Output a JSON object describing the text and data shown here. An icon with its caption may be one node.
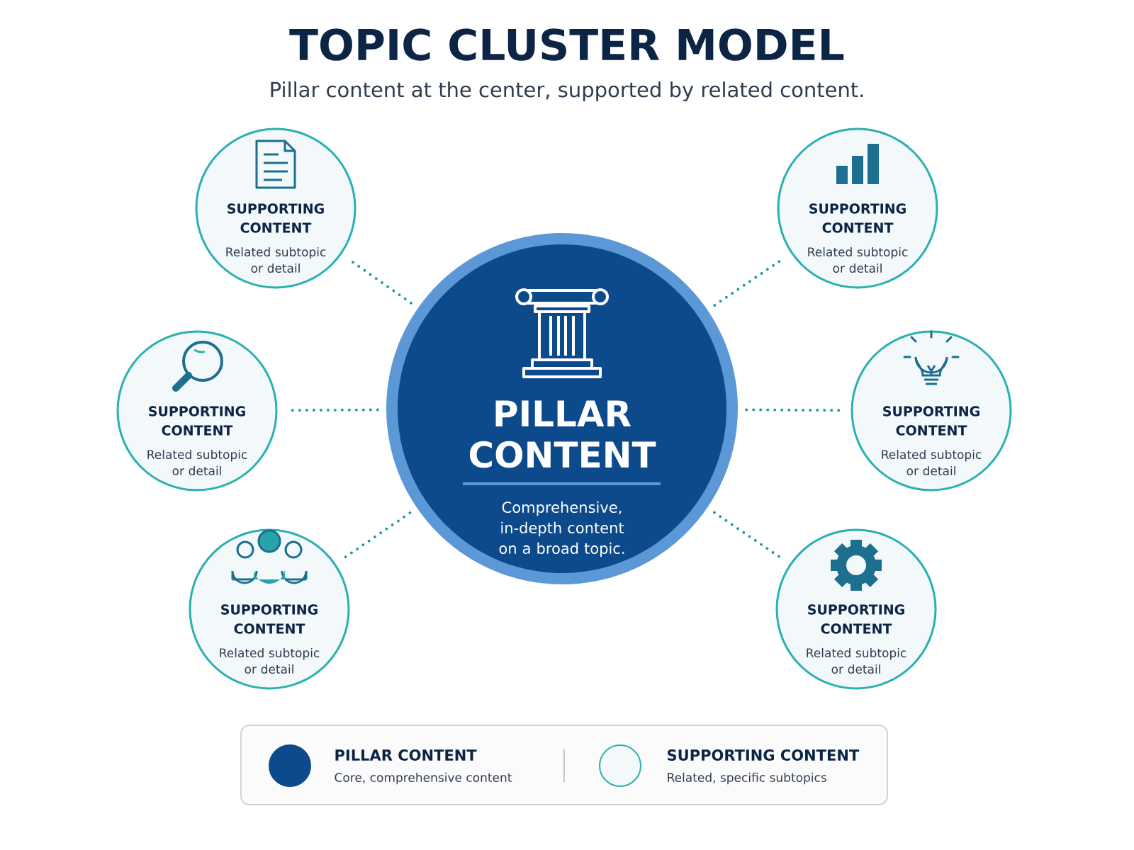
{
  "diagram": {
    "title": "TOPIC CLUSTER MODEL",
    "caption": "Pillar content at the center, supported by related content.",
    "nodes": [
      {
        "text": [
          "PILLAR CONTENT",
          "Comprehensive, in-depth content on a broad topic."
        ]
      },
      {
        "text": [
          "SUPPORTING CONTENT",
          "Related subtopic or detail"
        ]
      },
      {
        "text": [
          "SUPPORTING CONTENT",
          "Related subtopic or detail"
        ]
      },
      {
        "text": [
          "SUPPORTING CONTENT",
          "Related subtopic or detail"
        ]
      },
      {
        "text": [
          "SUPPORTING CONTENT",
          "Related subtopic or detail"
        ]
      },
      {
        "text": [
          "SUPPORTING CONTENT",
          "Related subtopic or detail"
        ]
      },
      {
        "text": [
          "SUPPORTING CONTENT",
          "Related subtopic or detail"
        ]
      }
    ],
    "edges": [
      {
        "from": 0,
        "to": 1,
        "arrow": "none"
      },
      {
        "from": 0,
        "to": 2,
        "arrow": "none"
      },
      {
        "from": 0,
        "to": 3,
        "arrow": "none"
      },
      {
        "from": 0,
        "to": 4,
        "arrow": "none"
      },
      {
        "from": 0,
        "to": 5,
        "arrow": "none"
      },
      {
        "from": 0,
        "to": 6,
        "arrow": "none"
      }
    ],
    "labels": [
      "Core, comprehensive content",
      "Related, specific subtopics"
    ],
    "legend": [
      {
        "text": "PILLAR CONTENT",
        "color": "#0d4a8b"
      },
      {
        "text": "SUPPORTING CONTENT",
        "color": "#f3f8fb"
      }
    ]
  }
}
